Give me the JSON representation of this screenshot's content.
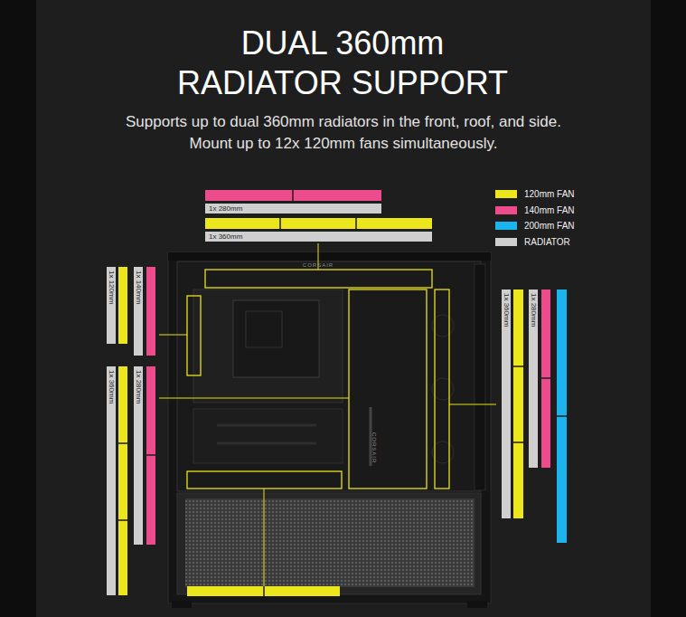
{
  "diagram": {
    "title": "DUAL 360mm RADIATOR SUPPORT",
    "caption": "Supports up to dual 360mm radiators in the front, roof, and side. Mount up to 12x 120mm fans simultaneously.",
    "nodes": [
      {
        "text": [
          "1x 280mm"
        ]
      },
      {
        "text": [
          "1x 360mm"
        ]
      },
      {
        "text": [
          "1x 120mm"
        ]
      },
      {
        "text": [
          "1x 140mm"
        ]
      },
      {
        "text": [
          "1x 360mm"
        ]
      },
      {
        "text": [
          "1x 280mm"
        ]
      },
      {
        "text": [
          "1x 360mm"
        ]
      },
      {
        "text": [
          "1x 280mm"
        ]
      }
    ],
    "labels": [
      "CORSAIR",
      "CORSAIR"
    ],
    "legend": [
      {
        "text": "120mm FAN",
        "color": "#ece61c"
      },
      {
        "text": "140mm FAN",
        "color": "#ec4b8c"
      },
      {
        "text": "200mm FAN",
        "color": "#1cb4ec"
      },
      {
        "text": "RADIATOR",
        "color": "#cfcfcf"
      }
    ]
  }
}
